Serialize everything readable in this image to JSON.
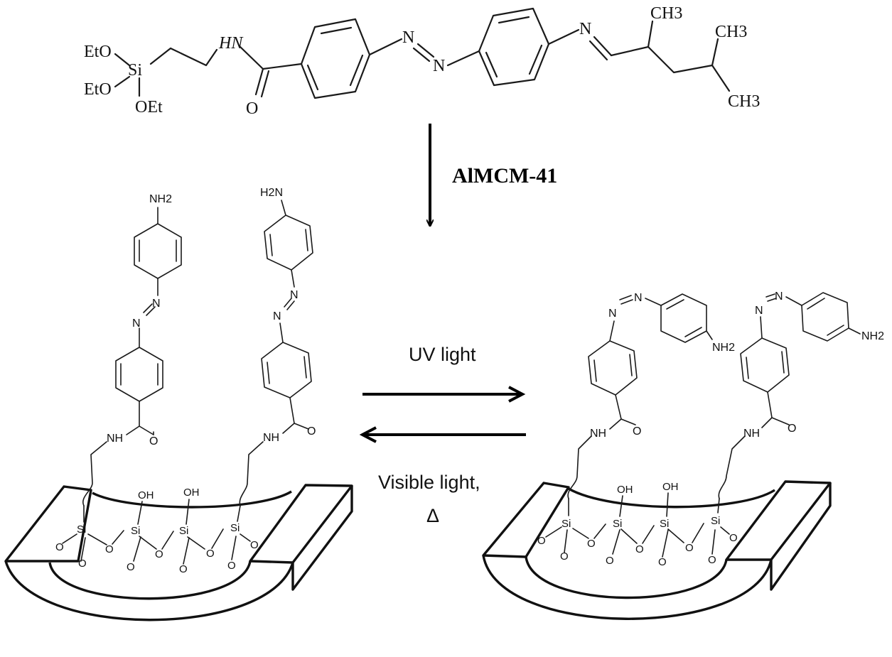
{
  "top_molecule": {
    "eto_1": "EtO",
    "eto_2": "EtO",
    "oet": "OEt",
    "si": "Si",
    "hn": "HN",
    "o": "O",
    "n1": "N",
    "n2": "N",
    "n3": "N",
    "ch3_1": "CH3",
    "ch3_2": "CH3",
    "ch3_3": "CH3"
  },
  "reaction": {
    "reagent": "AlMCM-41",
    "forward_label": "UV light",
    "reverse_label_1": "Visible light,",
    "reverse_label_2": "Δ"
  },
  "grafted": {
    "nh2": "NH2",
    "h2n": "H2N",
    "n": "N",
    "nh": "NH",
    "o": "O",
    "oh": "OH",
    "si": "Si"
  }
}
